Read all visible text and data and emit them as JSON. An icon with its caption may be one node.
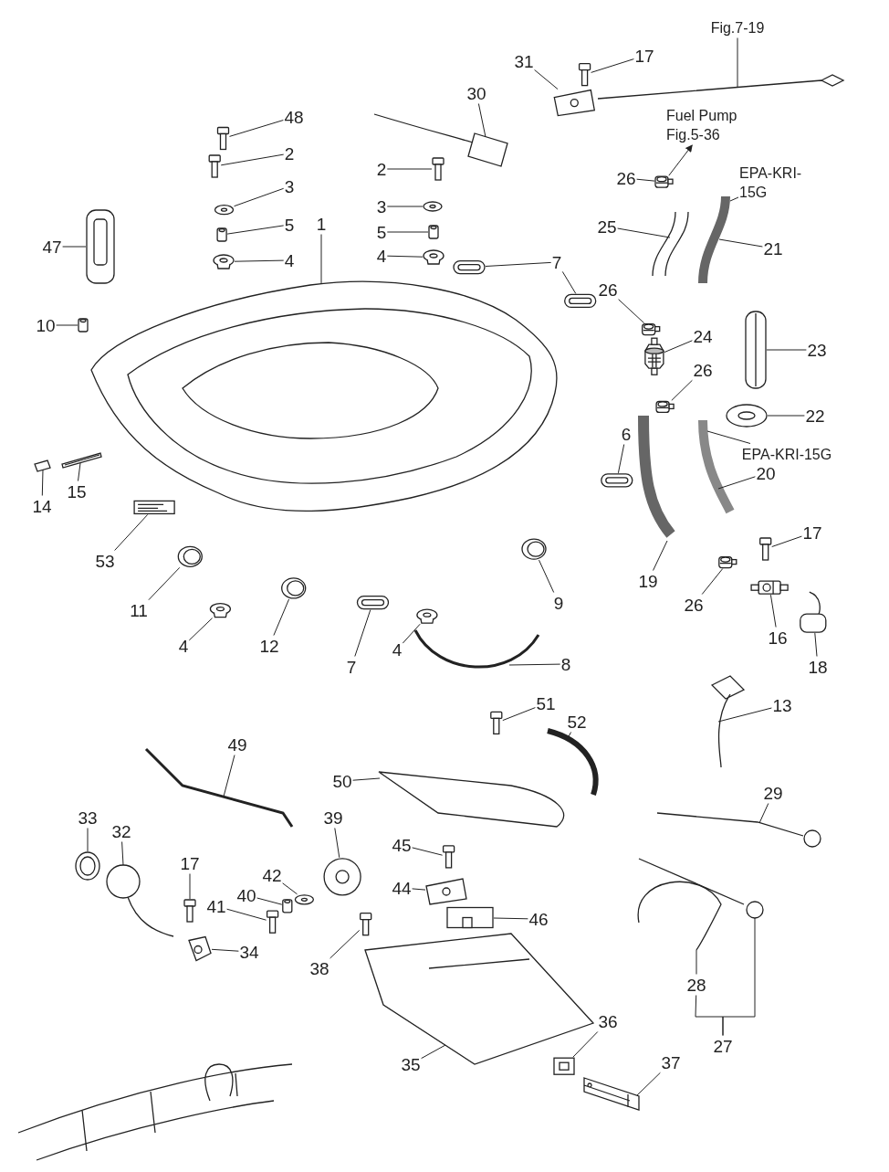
{
  "diagram": {
    "nodes": [
      {
        "text": [
          "Fig.7-19"
        ]
      },
      {
        "text": [
          "17"
        ]
      },
      {
        "text": [
          "31"
        ]
      },
      {
        "text": [
          "30"
        ]
      },
      {
        "text": [
          "Fuel Pump Fig.5-36"
        ]
      },
      {
        "text": [
          "48"
        ]
      },
      {
        "text": [
          "2"
        ]
      },
      {
        "text": [
          "26"
        ]
      },
      {
        "text": [
          "EPA-KRI- 15G"
        ]
      },
      {
        "text": [
          "3"
        ]
      },
      {
        "text": [
          "2"
        ]
      },
      {
        "text": [
          "5"
        ]
      },
      {
        "text": [
          "3"
        ]
      },
      {
        "text": [
          "25"
        ]
      },
      {
        "text": [
          "21"
        ]
      },
      {
        "text": [
          "1"
        ]
      },
      {
        "text": [
          "47"
        ]
      },
      {
        "text": [
          "4"
        ]
      },
      {
        "text": [
          "7"
        ]
      },
      {
        "text": [
          "5"
        ]
      },
      {
        "text": [
          "4"
        ]
      },
      {
        "text": [
          "26"
        ]
      },
      {
        "text": [
          "10"
        ]
      },
      {
        "text": [
          "24"
        ]
      },
      {
        "text": [
          "23"
        ]
      },
      {
        "text": [
          "26"
        ]
      },
      {
        "text": [
          "22"
        ]
      },
      {
        "text": [
          "6"
        ]
      },
      {
        "text": [
          "EPA-KRI-15G"
        ]
      },
      {
        "text": [
          "20"
        ]
      },
      {
        "text": [
          "15"
        ]
      },
      {
        "text": [
          "14"
        ]
      },
      {
        "text": [
          "17"
        ]
      },
      {
        "text": [
          "53"
        ]
      },
      {
        "text": [
          "19"
        ]
      },
      {
        "text": [
          "9"
        ]
      },
      {
        "text": [
          "26"
        ]
      },
      {
        "text": [
          "11"
        ]
      },
      {
        "text": [
          "16"
        ]
      },
      {
        "text": [
          "4"
        ]
      },
      {
        "text": [
          "12"
        ]
      },
      {
        "text": [
          "4"
        ]
      },
      {
        "text": [
          "7"
        ]
      },
      {
        "text": [
          "8"
        ]
      },
      {
        "text": [
          "18"
        ]
      },
      {
        "text": [
          "13"
        ]
      },
      {
        "text": [
          "51"
        ]
      },
      {
        "text": [
          "52"
        ]
      },
      {
        "text": [
          "49"
        ]
      },
      {
        "text": [
          "50"
        ]
      },
      {
        "text": [
          "29"
        ]
      },
      {
        "text": [
          "39"
        ]
      },
      {
        "text": [
          "33"
        ]
      },
      {
        "text": [
          "32"
        ]
      },
      {
        "text": [
          "45"
        ]
      },
      {
        "text": [
          "17"
        ]
      },
      {
        "text": [
          "42"
        ]
      },
      {
        "text": [
          "44"
        ]
      },
      {
        "text": [
          "40"
        ]
      },
      {
        "text": [
          "41"
        ]
      },
      {
        "text": [
          "46"
        ]
      },
      {
        "text": [
          "34"
        ]
      },
      {
        "text": [
          "38"
        ]
      },
      {
        "text": [
          "28"
        ]
      },
      {
        "text": [
          "36"
        ]
      },
      {
        "text": [
          "27"
        ]
      },
      {
        "text": [
          "37"
        ]
      },
      {
        "text": [
          "35"
        ]
      },
      {
        "text": [],
        "shape": "picture"
      },
      {
        "text": [],
        "shape": "picture"
      },
      {
        "text": [],
        "shape": "picture"
      },
      {
        "text": [],
        "shape": "picture"
      },
      {
        "text": [],
        "shape": "picture"
      },
      {
        "text": [],
        "shape": "picture"
      },
      {
        "text": [],
        "shape": "picture"
      },
      {
        "text": [],
        "shape": "picture"
      },
      {
        "text": [],
        "shape": "picture"
      },
      {
        "text": [],
        "shape": "picture"
      },
      {
        "text": [],
        "shape": "picture"
      },
      {
        "text": [],
        "shape": "picture"
      },
      {
        "text": [],
        "shape": "picture"
      },
      {
        "text": [],
        "shape": "picture"
      },
      {
        "text": [],
        "shape": "picture"
      },
      {
        "text": [],
        "shape": "picture"
      },
      {
        "text": [],
        "shape": "picture"
      },
      {
        "text": [],
        "shape": "picture"
      },
      {
        "text": [],
        "shape": "picture"
      },
      {
        "text": [],
        "shape": "picture"
      },
      {
        "text": [],
        "shape": "picture"
      },
      {
        "text": [],
        "shape": "picture"
      },
      {
        "text": [],
        "shape": "picture"
      },
      {
        "text": [],
        "shape": "picture"
      },
      {
        "text": [],
        "shape": "picture"
      },
      {
        "text": [],
        "shape": "picture"
      },
      {
        "text": [],
        "shape": "picture"
      },
      {
        "text": [],
        "shape": "picture"
      },
      {
        "text": [],
        "shape": "picture"
      },
      {
        "text": [],
        "shape": "picture"
      },
      {
        "text": [],
        "shape": "picture"
      },
      {
        "text": [],
        "shape": "picture"
      },
      {
        "text": [],
        "shape": "picture"
      },
      {
        "text": [],
        "shape": "picture"
      },
      {
        "text": [],
        "shape": "picture"
      },
      {
        "text": [],
        "shape": "picture"
      },
      {
        "text": [],
        "shape": "picture"
      },
      {
        "text": [],
        "shape": "picture"
      },
      {
        "text": [],
        "shape": "picture"
      },
      {
        "text": [],
        "shape": "picture"
      },
      {
        "text": [],
        "shape": "picture"
      },
      {
        "text": [],
        "shape": "picture"
      },
      {
        "text": [],
        "shape": "picture"
      },
      {
        "text": [],
        "shape": "picture"
      },
      {
        "text": [],
        "shape": "picture"
      },
      {
        "text": [],
        "shape": "picture"
      },
      {
        "text": [],
        "shape": "picture"
      },
      {
        "text": [],
        "shape": "picture"
      },
      {
        "text": [],
        "shape": "picture"
      },
      {
        "text": [],
        "shape": "picture"
      },
      {
        "text": [],
        "shape": "picture"
      },
      {
        "text": [],
        "shape": "picture"
      },
      {
        "text": [],
        "shape": "picture"
      },
      {
        "text": [],
        "shape": "picture"
      },
      {
        "text": [],
        "shape": "picture"
      },
      {
        "text": [],
        "shape": "picture"
      },
      {
        "text": [],
        "shape": "picture"
      },
      {
        "text": [],
        "shape": "picture"
      },
      {
        "text": [],
        "shape": "picture"
      },
      {
        "text": [],
        "shape": "picture"
      },
      {
        "text": [],
        "shape": "picture"
      },
      {
        "text": [],
        "shape": "picture"
      },
      {
        "text": [],
        "shape": "picture"
      },
      {
        "text": [],
        "shape": "picture"
      },
      {
        "text": [],
        "shape": "picture"
      },
      {
        "text": [],
        "shape": "picture"
      }
    ],
    "edges": [
      {
        "from": 0,
        "to": 68,
        "arrow": "none"
      },
      {
        "from": 1,
        "to": 69,
        "arrow": "none"
      },
      {
        "from": 2,
        "to": 70,
        "arrow": "none"
      },
      {
        "from": 3,
        "to": 71,
        "arrow": "none"
      },
      {
        "from": 74,
        "to": 4,
        "arrow": "to"
      },
      {
        "from": 5,
        "to": 72,
        "arrow": "none"
      },
      {
        "from": 6,
        "to": 73,
        "arrow": "none"
      },
      {
        "from": 7,
        "to": 74,
        "arrow": "none"
      },
      {
        "from": 8,
        "to": 75,
        "arrow": "none"
      },
      {
        "from": 9,
        "to": 76,
        "arrow": "none"
      },
      {
        "from": 10,
        "to": 77,
        "arrow": "none"
      },
      {
        "from": 11,
        "to": 78,
        "arrow": "none"
      },
      {
        "from": 12,
        "to": 79,
        "arrow": "none"
      },
      {
        "from": 13,
        "to": 80,
        "arrow": "none"
      },
      {
        "from": 14,
        "to": 75,
        "arrow": "none"
      },
      {
        "from": 15,
        "to": 81,
        "arrow": "none"
      },
      {
        "from": 16,
        "to": 82,
        "arrow": "none"
      },
      {
        "from": 17,
        "to": 83,
        "arrow": "none"
      },
      {
        "from": 18,
        "to": 84,
        "arrow": "none"
      },
      {
        "from": 18,
        "to": 85,
        "arrow": "none"
      },
      {
        "from": 19,
        "to": 86,
        "arrow": "none"
      },
      {
        "from": 20,
        "to": 87,
        "arrow": "none"
      },
      {
        "from": 21,
        "to": 88,
        "arrow": "none"
      },
      {
        "from": 22,
        "to": 89,
        "arrow": "none"
      },
      {
        "from": 23,
        "to": 90,
        "arrow": "none"
      },
      {
        "from": 24,
        "to": 91,
        "arrow": "none"
      },
      {
        "from": 25,
        "to": 92,
        "arrow": "none"
      },
      {
        "from": 26,
        "to": 93,
        "arrow": "none"
      },
      {
        "from": 27,
        "to": 94,
        "arrow": "none"
      },
      {
        "from": 28,
        "to": 95,
        "arrow": "none"
      },
      {
        "from": 29,
        "to": 95,
        "arrow": "none"
      },
      {
        "from": 30,
        "to": 96,
        "arrow": "none"
      },
      {
        "from": 31,
        "to": 97,
        "arrow": "none"
      },
      {
        "from": 32,
        "to": 98,
        "arrow": "none"
      },
      {
        "from": 33,
        "to": 99,
        "arrow": "none"
      },
      {
        "from": 34,
        "to": 100,
        "arrow": "none"
      },
      {
        "from": 35,
        "to": 101,
        "arrow": "none"
      },
      {
        "from": 36,
        "to": 102,
        "arrow": "none"
      },
      {
        "from": 37,
        "to": 103,
        "arrow": "none"
      },
      {
        "from": 38,
        "to": 104,
        "arrow": "none"
      },
      {
        "from": 39,
        "to": 105,
        "arrow": "none"
      },
      {
        "from": 40,
        "to": 106,
        "arrow": "none"
      },
      {
        "from": 41,
        "to": 107,
        "arrow": "none"
      },
      {
        "from": 42,
        "to": 108,
        "arrow": "none"
      },
      {
        "from": 43,
        "to": 109,
        "arrow": "none"
      },
      {
        "from": 44,
        "to": 110,
        "arrow": "none"
      },
      {
        "from": 45,
        "to": 111,
        "arrow": "none"
      },
      {
        "from": 46,
        "to": 112,
        "arrow": "none"
      },
      {
        "from": 47,
        "to": 113,
        "arrow": "none"
      },
      {
        "from": 48,
        "to": 114,
        "arrow": "none"
      },
      {
        "from": 49,
        "to": 115,
        "arrow": "none"
      },
      {
        "from": 50,
        "to": 116,
        "arrow": "none"
      },
      {
        "from": 51,
        "to": 117,
        "arrow": "none"
      },
      {
        "from": 52,
        "to": 118,
        "arrow": "none"
      },
      {
        "from": 53,
        "to": 119,
        "arrow": "none"
      },
      {
        "from": 54,
        "to": 120,
        "arrow": "none"
      },
      {
        "from": 55,
        "to": 121,
        "arrow": "none"
      },
      {
        "from": 56,
        "to": 122,
        "arrow": "none"
      },
      {
        "from": 57,
        "to": 123,
        "arrow": "none"
      },
      {
        "from": 58,
        "to": 124,
        "arrow": "none"
      },
      {
        "from": 59,
        "to": 125,
        "arrow": "none"
      },
      {
        "from": 60,
        "to": 126,
        "arrow": "none"
      },
      {
        "from": 61,
        "to": 127,
        "arrow": "none"
      },
      {
        "from": 62,
        "to": 128,
        "arrow": "none"
      },
      {
        "from": 63,
        "to": 129,
        "arrow": "none"
      },
      {
        "from": 64,
        "to": 130,
        "arrow": "none"
      },
      {
        "from": 65,
        "to": 63,
        "arrow": "none"
      },
      {
        "from": 65,
        "to": 131,
        "arrow": "none"
      },
      {
        "from": 66,
        "to": 132,
        "arrow": "none"
      },
      {
        "from": 67,
        "to": 133,
        "arrow": "none"
      }
    ]
  }
}
